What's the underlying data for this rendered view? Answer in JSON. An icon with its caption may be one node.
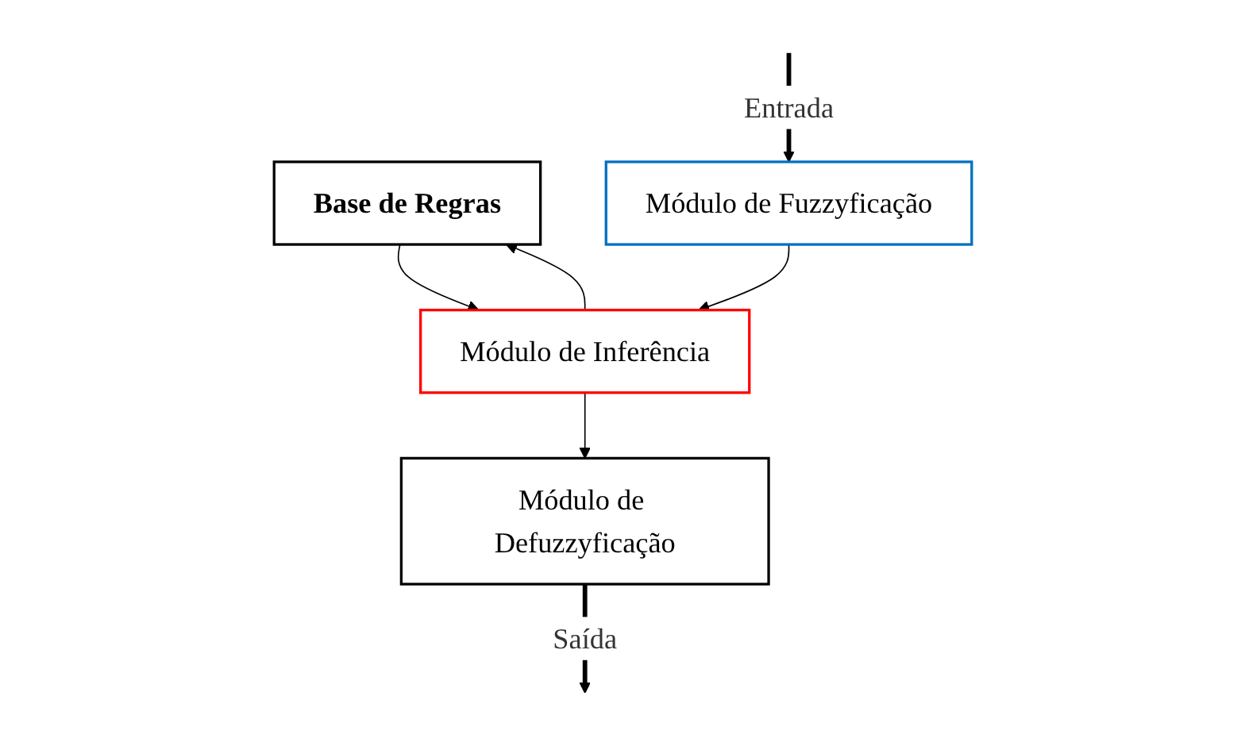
{
  "diagram": {
    "nodes": [
      {
        "text": [
          "Base de Regras"
        ]
      },
      {
        "text": [
          "Módulo de Inferência"
        ]
      },
      {
        "text": [
          "Módulo de Fuzzyficação"
        ]
      },
      {
        "text": [
          "Módulo de Defuzzyficação"
        ]
      }
    ],
    "edges": [
      {
        "from": 1,
        "to": 0,
        "arrow": "to"
      },
      {
        "from": 0,
        "to": 1,
        "arrow": "to"
      },
      {
        "from": 2,
        "to": 1,
        "arrow": "to"
      },
      {
        "from": 1,
        "to": 3,
        "arrow": "to"
      },
      {
        "from": null,
        "to": 2,
        "arrow": "to",
        "label": "Entrada",
        "style": "thick"
      },
      {
        "from": 3,
        "to": null,
        "arrow": "to",
        "label": "Saída",
        "style": "thick"
      }
    ]
  }
}
